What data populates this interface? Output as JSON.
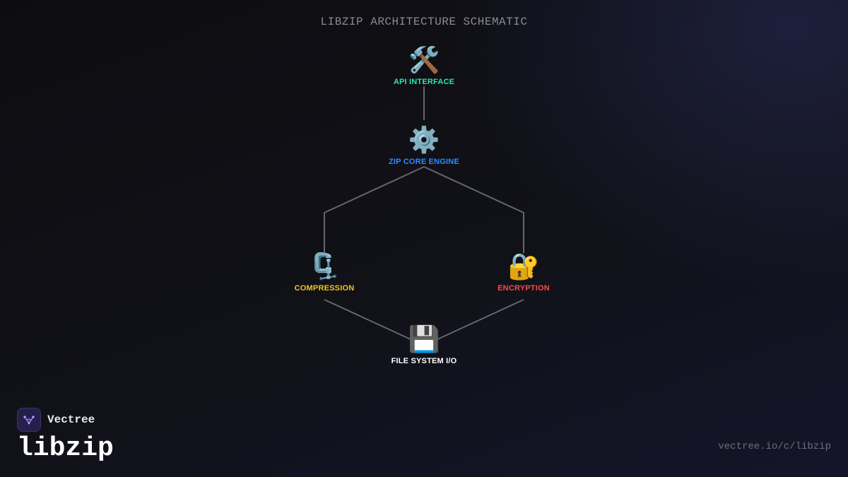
{
  "title": "LIBZIP ARCHITECTURE SCHEMATIC",
  "colors": {
    "edge": "#66666e",
    "api": "#2ee6b0",
    "core": "#2f8cff",
    "compression": "#f5c518",
    "encryption": "#ff4a4a",
    "filesystem": "#ffffff"
  },
  "nodes": {
    "api": {
      "icon": "🛠️",
      "icon_name": "hammer-wrench-icon",
      "label": "API INTERFACE"
    },
    "core": {
      "icon": "⚙️",
      "icon_name": "gear-icon",
      "label": "ZIP CORE ENGINE"
    },
    "compression": {
      "icon": "🗜️",
      "icon_name": "clamp-icon",
      "label": "COMPRESSION"
    },
    "encryption": {
      "icon": "🔐",
      "icon_name": "lock-key-icon",
      "label": "ENCRYPTION"
    },
    "filesystem": {
      "icon": "💾",
      "icon_name": "floppy-disk-icon",
      "label": "FILE SYSTEM I/O"
    }
  },
  "brand": {
    "name": "Vectree",
    "product": "libzip",
    "url": "vectree.io/c/libzip",
    "accent": "#a070ff"
  }
}
